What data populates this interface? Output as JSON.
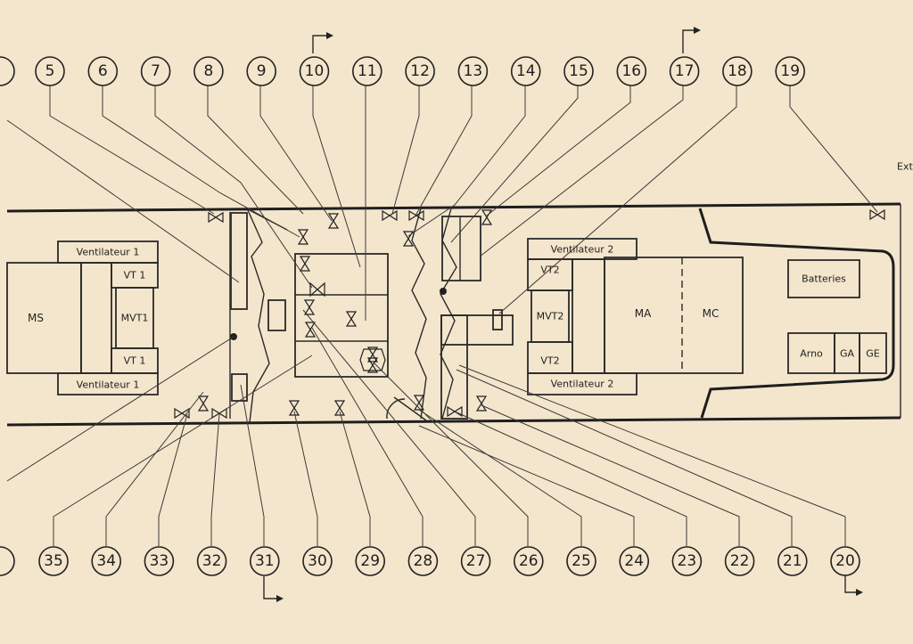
{
  "top_callouts": [
    "5",
    "6",
    "7",
    "8",
    "9",
    "10",
    "11",
    "12",
    "13",
    "14",
    "15",
    "16",
    "17",
    "18",
    "19"
  ],
  "bottom_callouts": [
    "35",
    "34",
    "33",
    "32",
    "31",
    "30",
    "29",
    "28",
    "27",
    "26",
    "25",
    "24",
    "23",
    "22",
    "21",
    "20"
  ],
  "rooms": {
    "ms": "MS",
    "vent1_top": "Ventilateur 1",
    "vt1_top": "VT 1",
    "mvt1": "MVT1",
    "vt1_bottom": "VT 1",
    "vent1_bottom": "Ventilateur 1",
    "vent2_top": "Ventilateur 2",
    "vt2_top": "VT2",
    "mvt2": "MVT2",
    "vt2_bottom": "VT2",
    "vent2_bottom": "Ventilateur 2",
    "ma": "MA",
    "mc": "MC",
    "batteries": "Batteries",
    "arno": "Arno",
    "ga": "GA",
    "ge": "GE"
  },
  "edge_text": "Extrém"
}
